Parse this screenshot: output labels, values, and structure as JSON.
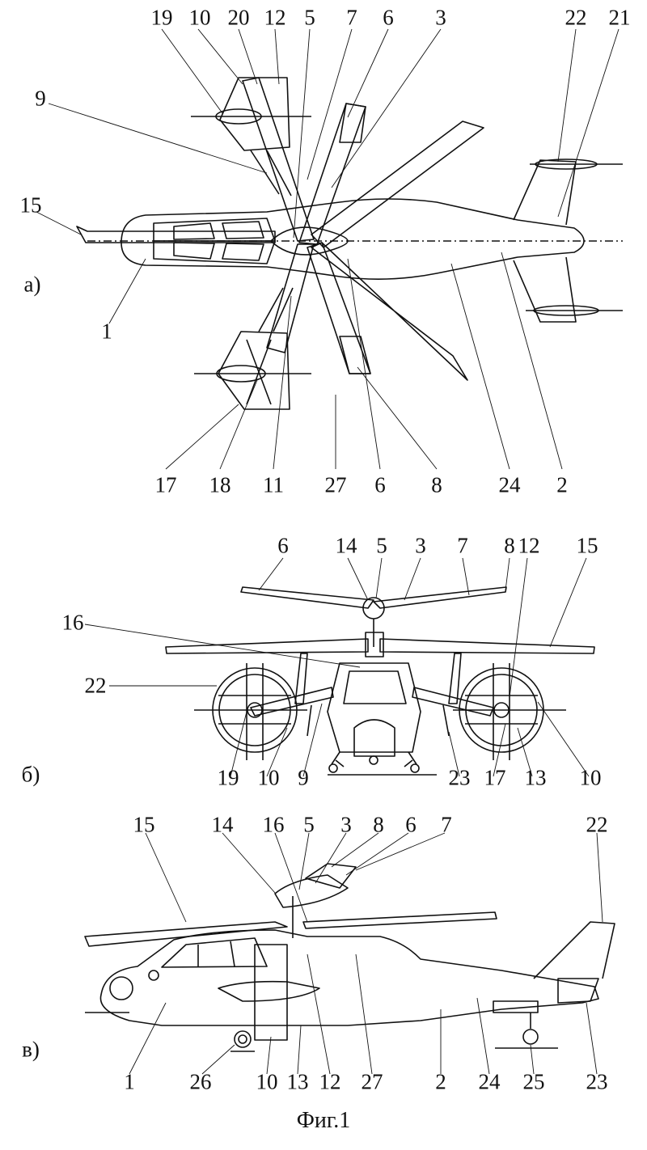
{
  "caption": "Фиг.1",
  "views": {
    "top": {
      "tag": "a)",
      "labels": [
        "19",
        "10",
        "20",
        "12",
        "5",
        "7",
        "6",
        "3",
        "22",
        "21",
        "9",
        "15",
        "1",
        "17",
        "18",
        "11",
        "27",
        "6",
        "8",
        "24",
        "2"
      ]
    },
    "front": {
      "tag": "б)",
      "labels": [
        "6",
        "14",
        "5",
        "3",
        "7",
        "8",
        "12",
        "15",
        "16",
        "22",
        "19",
        "10",
        "9",
        "23",
        "17",
        "13",
        "10"
      ]
    },
    "side": {
      "tag": "в)",
      "labels": [
        "15",
        "14",
        "16",
        "5",
        "3",
        "8",
        "6",
        "7",
        "22",
        "1",
        "26",
        "10",
        "13",
        "12",
        "27",
        "2",
        "24",
        "25",
        "23"
      ]
    }
  }
}
